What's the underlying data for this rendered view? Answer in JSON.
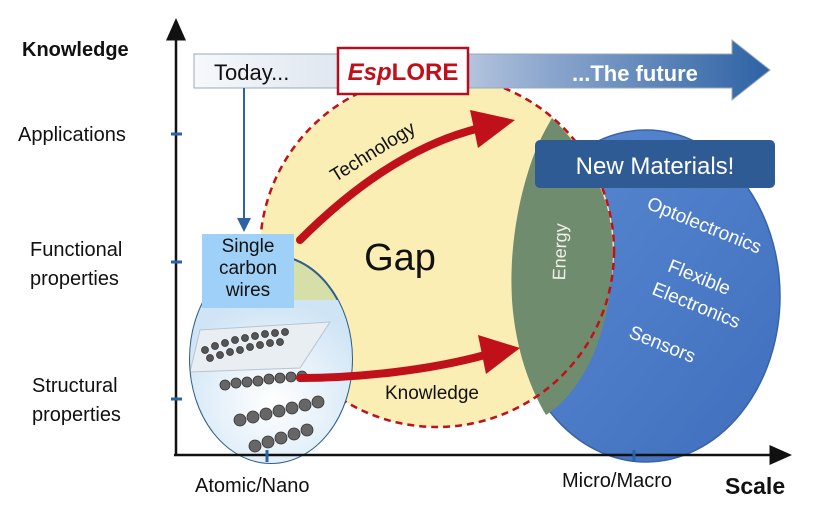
{
  "axes": {
    "y_title": "Knowledge",
    "x_title": "Scale",
    "y_levels": [
      {
        "lines": [
          "Applications"
        ]
      },
      {
        "lines": [
          "Functional",
          "properties"
        ]
      },
      {
        "lines": [
          "Structural",
          "properties"
        ]
      }
    ],
    "x_levels": [
      "Atomic/Nano",
      "Micro/Macro"
    ]
  },
  "timeline": {
    "start_label": "Today...",
    "project_prefix": "Esp",
    "project_suffix": "LORE",
    "end_label": "...The future"
  },
  "regions": {
    "carbon_wires": [
      "Single",
      "carbon",
      "wires"
    ],
    "gap": "Gap",
    "energy": "Energy",
    "new_materials": "New Materials!",
    "applications": [
      "Optolectronics",
      "Flexible",
      "Electronics",
      "Sensors"
    ]
  },
  "arrows": {
    "upper": "Technology",
    "lower": "Knowledge"
  },
  "colors": {
    "gap_fill": "#fbeeb5",
    "gap_border": "#c0101a",
    "blue_ellipse": "#4a7ac8",
    "energy_overlap": "#6f8c6e",
    "new_materials_box": "#2f5b94",
    "red_arrow": "#c0101a",
    "timeline_dark": "#2d62a4",
    "carbon_label_bg": "#9fd0f7"
  }
}
